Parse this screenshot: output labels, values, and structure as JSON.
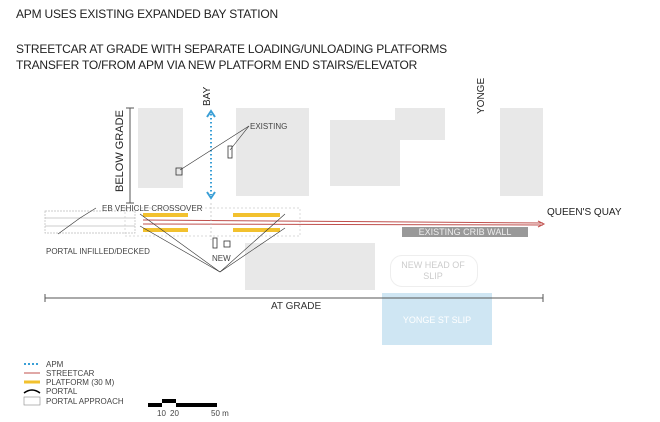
{
  "title": "APM USES EXISTING EXPANDED BAY STATION",
  "subtitle_lines": [
    "STREETCAR AT GRADE WITH SEPARATE LOADING/UNLOADING PLATFORMS",
    "TRANSFER TO/FROM APM VIA NEW PLATFORM END STAIRS/ELEVATOR"
  ],
  "labels": {
    "bay": "BAY",
    "yonge": "YONGE",
    "existing": "EXISTING",
    "below_grade": "BELOW GRADE",
    "eb_crossover": "EB VEHICLE CROSSOVER",
    "portal_infilled": "PORTAL INFILLED/DECKED",
    "new": "NEW",
    "queens_quay": "QUEEN'S QUAY",
    "crib_wall": "EXISTING CRIB WALL",
    "new_head_of_slip": "NEW HEAD OF SLIP",
    "at_grade": "AT GRADE",
    "yonge_st_slip": "YONGE ST SLIP"
  },
  "legend": [
    {
      "label": "APM",
      "color": "#3a9fd6"
    },
    {
      "label": "STREETCAR",
      "color": "#c0504d"
    },
    {
      "label": "PLATFORM (30 M)",
      "color": "#f2c12e"
    },
    {
      "label": "PORTAL",
      "color": "#000000"
    },
    {
      "label": "PORTAL APPROACH",
      "color": "#888888"
    }
  ],
  "scale": {
    "ticks": [
      "10",
      "20",
      "50 m"
    ]
  }
}
